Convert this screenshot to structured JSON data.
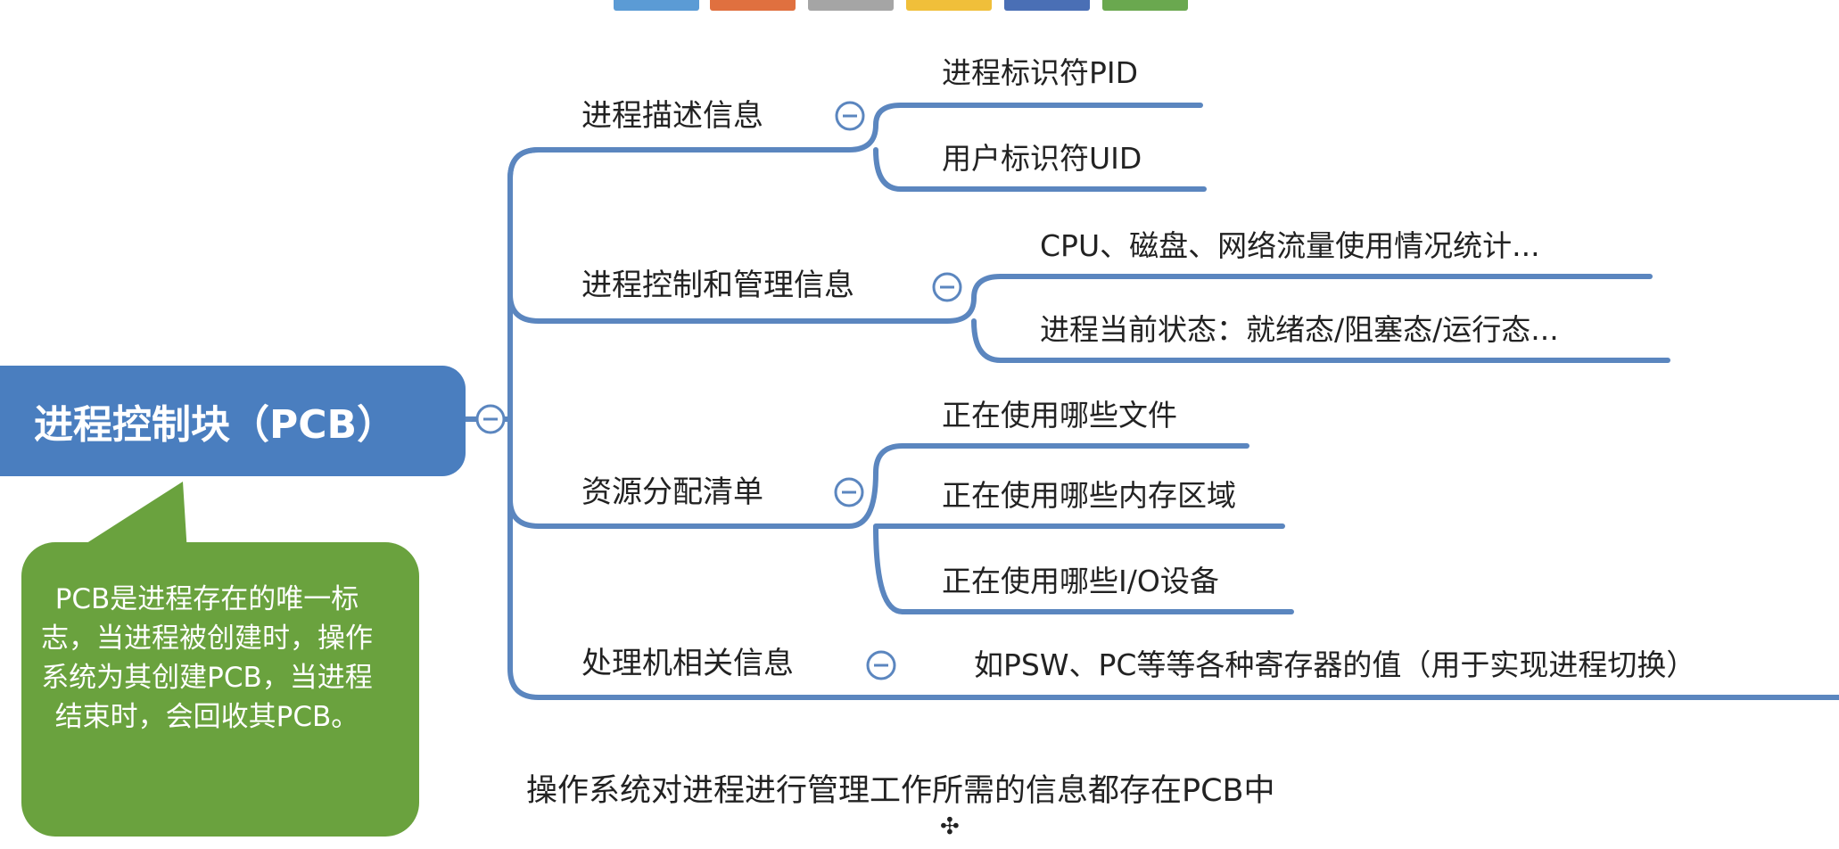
{
  "palette": [
    "#5b9bd5",
    "#e0703f",
    "#a5a5a5",
    "#f0bf3a",
    "#4a6fb5",
    "#6aa84f"
  ],
  "colors": {
    "node": "#4a7ebf",
    "callout": "#6aa23e",
    "line": "#5b86bf"
  },
  "root": {
    "label": "进程控制块（PCB）"
  },
  "callout": {
    "text": "PCB是进程存在的唯一标志，当进程被创建时，操作系统为其创建PCB，当进程结束时，会回收其PCB。"
  },
  "branches": [
    {
      "label": "进程描述信息",
      "children": [
        "进程标识符PID",
        "用户标识符UID"
      ]
    },
    {
      "label": "进程控制和管理信息",
      "children": [
        "CPU、磁盘、网络流量使用情况统计...",
        "进程当前状态：就绪态/阻塞态/运行态..."
      ]
    },
    {
      "label": "资源分配清单",
      "children": [
        "正在使用哪些文件",
        "正在使用哪些内存区域",
        "正在使用哪些I/O设备"
      ]
    },
    {
      "label": "处理机相关信息",
      "children": [
        "如PSW、PC等等各种寄存器的值（用于实现进程切换）"
      ]
    }
  ],
  "summary": "操作系统对进程进行管理工作所需的信息都存在PCB中"
}
